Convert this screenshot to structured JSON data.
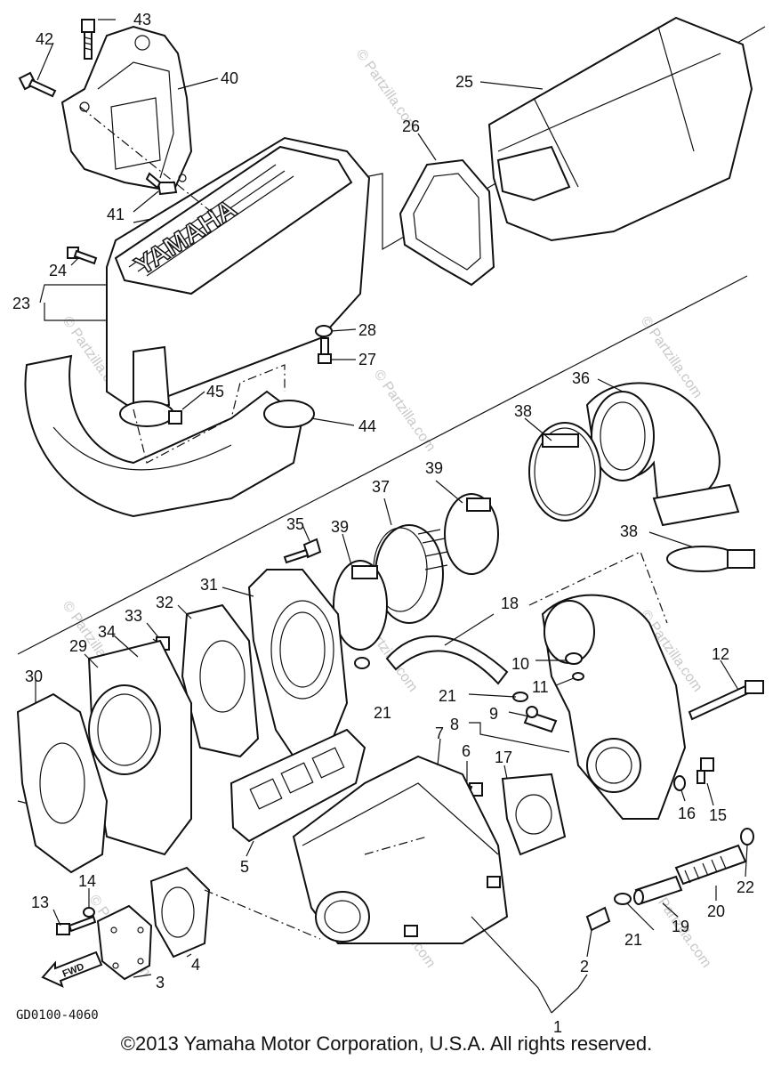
{
  "diagram_code": "GD0100-4060",
  "copyright": "©2013 Yamaha Motor Corporation, U.S.A. All rights reserved.",
  "brand_mark": "YAMAHA",
  "fwd_label": "FWD",
  "watermark": "© Partzilla.com",
  "callouts": [
    {
      "key": "c43",
      "text": "43"
    },
    {
      "key": "c42",
      "text": "42"
    },
    {
      "key": "c40",
      "text": "40"
    },
    {
      "key": "c41",
      "text": "41"
    },
    {
      "key": "c25",
      "text": "25"
    },
    {
      "key": "c26",
      "text": "26"
    },
    {
      "key": "c24",
      "text": "24"
    },
    {
      "key": "c23",
      "text": "23"
    },
    {
      "key": "c28",
      "text": "28"
    },
    {
      "key": "c27",
      "text": "27"
    },
    {
      "key": "c45",
      "text": "45"
    },
    {
      "key": "c44",
      "text": "44"
    },
    {
      "key": "c36",
      "text": "36"
    },
    {
      "key": "c38a",
      "text": "38"
    },
    {
      "key": "c39a",
      "text": "39"
    },
    {
      "key": "c37",
      "text": "37"
    },
    {
      "key": "c35",
      "text": "35"
    },
    {
      "key": "c39b",
      "text": "39"
    },
    {
      "key": "c38b",
      "text": "38"
    },
    {
      "key": "c31",
      "text": "31"
    },
    {
      "key": "c32",
      "text": "32"
    },
    {
      "key": "c33",
      "text": "33"
    },
    {
      "key": "c34",
      "text": "34"
    },
    {
      "key": "c29",
      "text": "29"
    },
    {
      "key": "c30",
      "text": "30"
    },
    {
      "key": "c18",
      "text": "18"
    },
    {
      "key": "c12",
      "text": "12"
    },
    {
      "key": "c10",
      "text": "10"
    },
    {
      "key": "c11",
      "text": "11"
    },
    {
      "key": "c21a",
      "text": "21"
    },
    {
      "key": "c21b",
      "text": "21"
    },
    {
      "key": "c9",
      "text": "9"
    },
    {
      "key": "c8",
      "text": "8"
    },
    {
      "key": "c7",
      "text": "7"
    },
    {
      "key": "c6",
      "text": "6"
    },
    {
      "key": "c17",
      "text": "17"
    },
    {
      "key": "c16",
      "text": "16"
    },
    {
      "key": "c15",
      "text": "15"
    },
    {
      "key": "c5",
      "text": "5"
    },
    {
      "key": "c22",
      "text": "22"
    },
    {
      "key": "c20",
      "text": "20"
    },
    {
      "key": "c19",
      "text": "19"
    },
    {
      "key": "c21c",
      "text": "21"
    },
    {
      "key": "c13",
      "text": "13"
    },
    {
      "key": "c14",
      "text": "14"
    },
    {
      "key": "c4",
      "text": "4"
    },
    {
      "key": "c3",
      "text": "3"
    },
    {
      "key": "c2",
      "text": "2"
    },
    {
      "key": "c1",
      "text": "1"
    }
  ]
}
